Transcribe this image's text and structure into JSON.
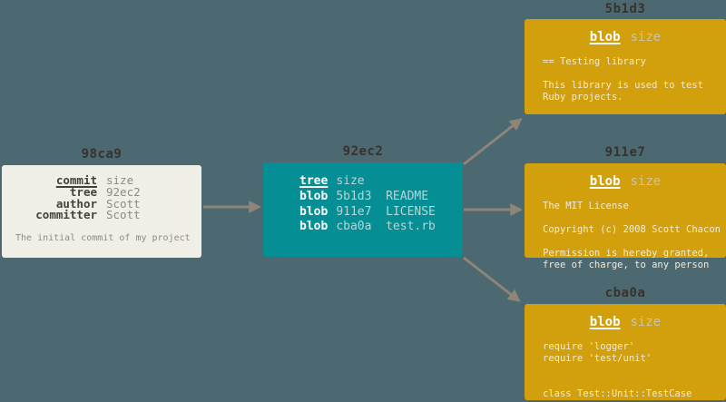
{
  "colors": {
    "bg": "#4c6971",
    "cream": "#f0efe7",
    "teal": "#068e95",
    "gold": "#d1a00c",
    "title": "#38322c",
    "arrow": "#8e8578",
    "ink-dark": "#45403a",
    "ink-gray": "#8f8a80",
    "teal-light": "#b3d7d7",
    "gold-muted": "#c9c3b2",
    "gold-body": "#f1ead8"
  },
  "commit_box": {
    "title": "98ca9",
    "rows": [
      {
        "label": "commit",
        "value": "size"
      },
      {
        "label": "tree",
        "value": "92ec2"
      },
      {
        "label": "author",
        "value": "Scott"
      },
      {
        "label": "committer",
        "value": "Scott"
      }
    ],
    "message": "The initial commit of my project"
  },
  "tree_box": {
    "title": "92ec2",
    "rows": [
      {
        "label": "tree",
        "value": "size"
      },
      {
        "label": "blob",
        "value": "5b1d3  README"
      },
      {
        "label": "blob",
        "value": "911e7  LICENSE"
      },
      {
        "label": "blob",
        "value": "cba0a  test.rb"
      }
    ]
  },
  "blob_boxes": [
    {
      "title": "5b1d3",
      "header_label": "blob",
      "header_value": "size",
      "body": "== Testing library\n\nThis library is used to test\nRuby projects."
    },
    {
      "title": "911e7",
      "header_label": "blob",
      "header_value": "size",
      "body": "The MIT License\n\nCopyright (c) 2008 Scott Chacon\n\nPermission is hereby granted,\nfree of charge, to any person"
    },
    {
      "title": "cba0a",
      "header_label": "blob",
      "header_value": "size",
      "body": "require 'logger'\nrequire 'test/unit'\n\n\nclass Test::Unit::TestCase"
    }
  ]
}
